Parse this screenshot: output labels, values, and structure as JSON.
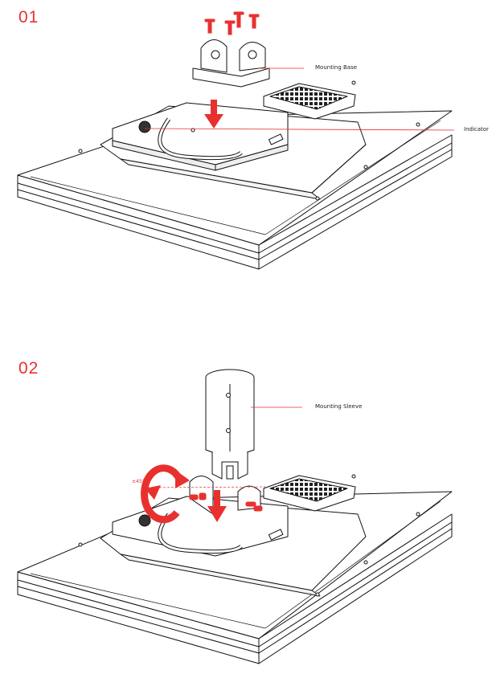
{
  "colors": {
    "accent": "#e8312f",
    "line": "#111111"
  },
  "steps": [
    {
      "number": "01",
      "callouts": [
        "Mounting Base",
        "Indicator"
      ]
    },
    {
      "number": "02",
      "callouts": [
        "Mounting Sleeve"
      ],
      "angle_label": "±45°"
    }
  ]
}
